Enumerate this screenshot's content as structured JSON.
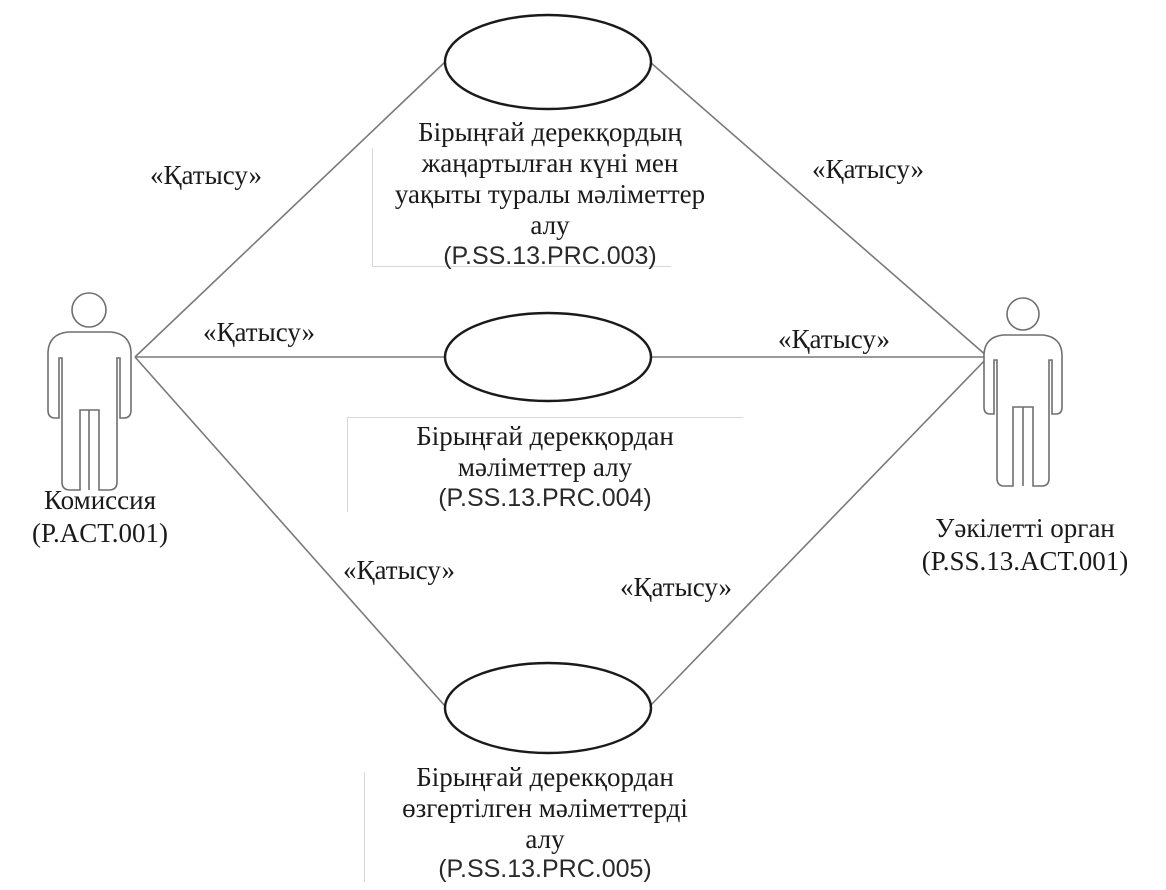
{
  "actors": {
    "left": {
      "name": "Комиссия",
      "code": "(P.ACT.001)"
    },
    "right": {
      "name": "Уәкілетті орган",
      "code": "(P.SS.13.ACT.001)"
    }
  },
  "use_cases": [
    {
      "lines": [
        "Бірыңғай дерекқордың",
        "жаңартылған күні мен",
        "уақыты туралы мәліметтер",
        "алу"
      ],
      "code": "(P.SS.13.PRC.003)"
    },
    {
      "lines": [
        "Бірыңғай дерекқордан",
        "мәліметтер алу"
      ],
      "code": "(P.SS.13.PRC.004)"
    },
    {
      "lines": [
        "Бірыңғай дерекқордан",
        "өзгертілген мәліметтерді",
        "алу"
      ],
      "code": "(P.SS.13.PRC.005)"
    }
  ],
  "relation_labels": {
    "top_left": "«Қатысу»",
    "top_right": "«Қатысу»",
    "mid_left": "«Қатысу»",
    "mid_right": "«Қатысу»",
    "bottom_left": "«Қатысу»",
    "bottom_right": "«Қатысу»"
  }
}
